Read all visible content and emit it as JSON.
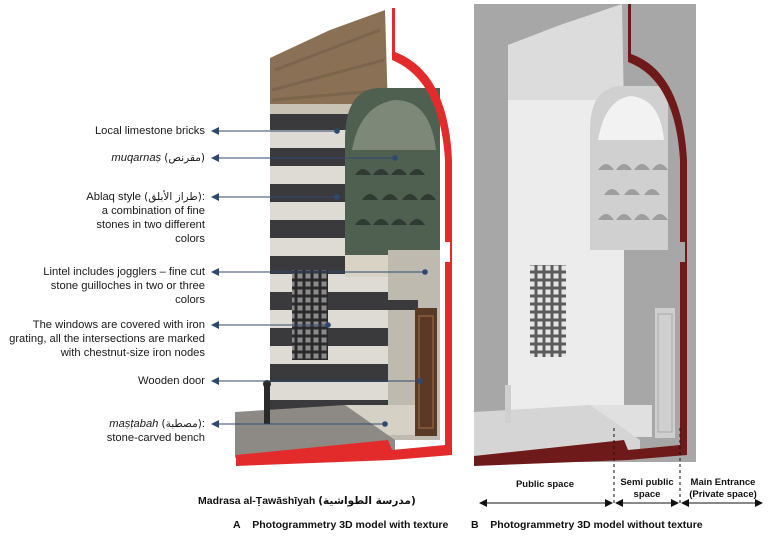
{
  "labels": [
    {
      "id": "limestone",
      "text": "Local limestone bricks"
    },
    {
      "id": "muqarnas",
      "italic": "muqarnaṣ",
      "arabic": "(مقرنص)"
    },
    {
      "id": "ablaq",
      "lead": "Ablaq style",
      "arabic": "(طراز الأبلق)",
      "rest_line": ":",
      "rest": [
        "a combination of fine",
        "stones in two different",
        "colors"
      ]
    },
    {
      "id": "lintel",
      "lines": [
        "Lintel includes jogglers – fine cut",
        "stone guilloches in two or three",
        "colors"
      ]
    },
    {
      "id": "windows",
      "lines": [
        "The windows are covered with iron",
        "grating, all the intersections are marked",
        "with chestnut-size iron nodes"
      ]
    },
    {
      "id": "door",
      "text": "Wooden door"
    },
    {
      "id": "mastabah",
      "italic": "maṣṭabah",
      "arabic": "(مصطبة)",
      "suffix": ":",
      "second": "stone-carved bench"
    }
  ],
  "title": {
    "latin": "Madrasa al-Ṭawāshīyah",
    "arabic": "(مدرسة الطواشية)"
  },
  "captionA": {
    "letter": "A",
    "text": "Photogrammetry 3D model with texture"
  },
  "captionB": {
    "letter": "B",
    "text": "Photogrammetry 3D model without texture"
  },
  "zones": {
    "public": "Public space",
    "semi": [
      "Semi public",
      "space"
    ],
    "main": [
      "Main Entrance",
      "(Private space)"
    ]
  },
  "colors": {
    "outline_red": "#e32b2b",
    "outline_dark": "#6e1a1a",
    "arrow_blue": "#2f4870",
    "render_bg": "#a7a7a7"
  }
}
